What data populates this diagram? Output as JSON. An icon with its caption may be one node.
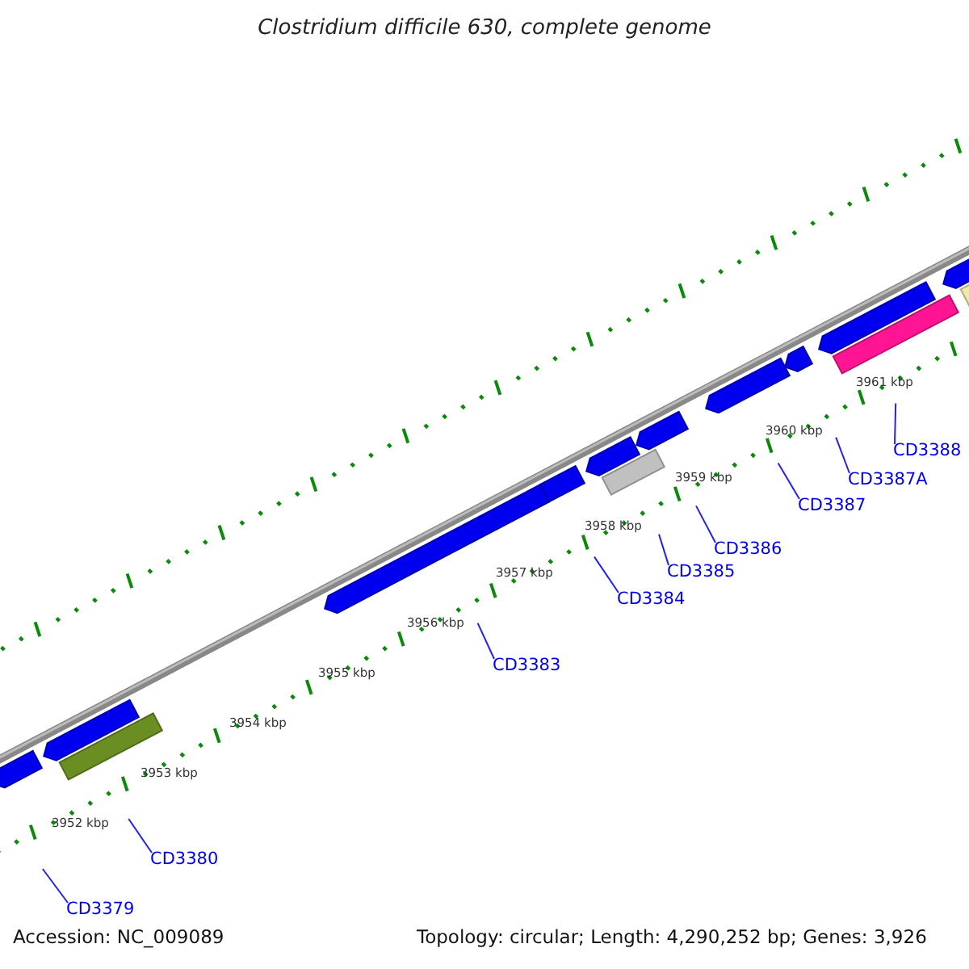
{
  "diagram": {
    "title": "Clostridium difficile 630, complete genome",
    "nodes": [
      {
        "text": [
          "CD3379"
        ]
      },
      {
        "text": [
          "CD3380"
        ]
      },
      {
        "text": [
          "CD3383"
        ]
      },
      {
        "text": [
          "CD3384"
        ]
      },
      {
        "text": [
          "CD3385"
        ]
      },
      {
        "text": [
          "CD3386"
        ]
      },
      {
        "text": [
          "CD3387"
        ]
      },
      {
        "text": [
          "CD3387A"
        ]
      },
      {
        "text": [
          "CD3388"
        ]
      }
    ],
    "edges": [
      {
        "from": 0,
        "to": null,
        "arrow": "none"
      },
      {
        "from": 1,
        "to": null,
        "arrow": "none"
      },
      {
        "from": 2,
        "to": null,
        "arrow": "none"
      },
      {
        "from": 3,
        "to": null,
        "arrow": "none"
      },
      {
        "from": 4,
        "to": null,
        "arrow": "none"
      },
      {
        "from": 5,
        "to": null,
        "arrow": "none"
      },
      {
        "from": 6,
        "to": null,
        "arrow": "none"
      },
      {
        "from": 7,
        "to": null,
        "arrow": "none"
      },
      {
        "from": 8,
        "to": null,
        "arrow": "none"
      }
    ],
    "labels": [
      "3952 kbp",
      "3953 kbp",
      "3954 kbp",
      "3955 kbp",
      "3956 kbp",
      "3957 kbp",
      "3958 kbp",
      "3959 kbp",
      "3960 kbp",
      "3961 kbp",
      "Accession: NC_009089",
      "Topology: circular; Length: 4,290,252 bp; Genes: 3,926"
    ]
  }
}
